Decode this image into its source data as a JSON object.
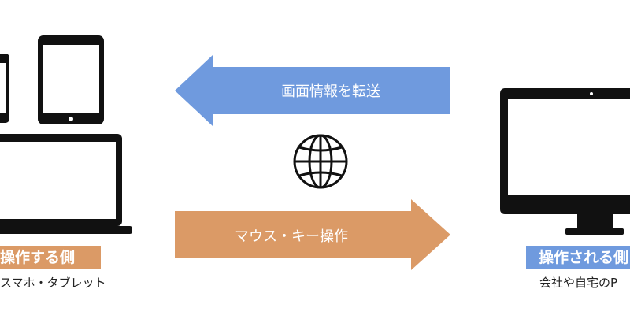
{
  "top_arrow": {
    "label": "画面情報を転送",
    "color": "#6f9ade"
  },
  "bottom_arrow": {
    "label": "マウス・キー操作",
    "color": "#db9a66"
  },
  "left": {
    "title": "操作する側",
    "subtitle": "スマホ・タブレット",
    "color": "#db9a66"
  },
  "right": {
    "title": "操作される側",
    "subtitle": "会社や自宅のP",
    "color": "#6f9ade"
  },
  "icons": [
    "smartphone-icon",
    "tablet-icon",
    "laptop-icon",
    "globe-icon",
    "desktop-monitor-icon"
  ]
}
